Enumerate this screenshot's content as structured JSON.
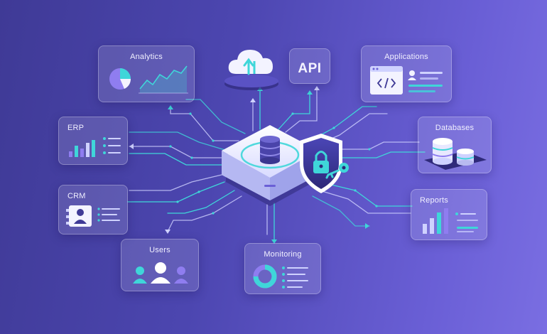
{
  "nodes": {
    "analytics": "Analytics",
    "api": "API",
    "applications": "Applications",
    "erp": "ERP",
    "databases": "Databases",
    "crm": "CRM",
    "reports": "Reports",
    "users": "Users",
    "monitoring": "Monitoring"
  },
  "colors": {
    "accent": "#3fd6d9",
    "hub": "#eef0ff",
    "shield": "#3b3790"
  },
  "icons": [
    "cloud-upload-icon",
    "database-icon",
    "shield-lock-icon",
    "key-icon",
    "code-window-icon",
    "contact-card-icon",
    "users-icon",
    "donut-chart-icon",
    "bar-chart-icon",
    "pie-chart-icon",
    "line-chart-icon"
  ]
}
